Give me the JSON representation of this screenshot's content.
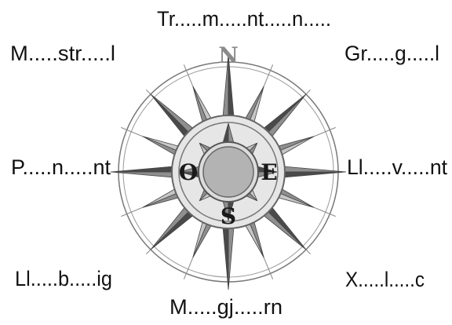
{
  "colors": {
    "dark_point": "#4a4a4a",
    "mid_point": "#8f8f8f",
    "light_point": "#c6c6c6",
    "center_fill": "#b3b3b3",
    "ring": "#777777",
    "text": "#111111"
  },
  "compass": {
    "north_letter": "N",
    "east_letter": "E",
    "south_letter": "S",
    "west_letter": "O",
    "winds": {
      "north": "Tr.....m.....nt.....n.....",
      "northeast": "Gr.....g.....l",
      "east": "Ll.....v.....nt",
      "southeast": "X.....l.....c",
      "south": "M.....gj.....rn",
      "southwest": "Ll.....b.....ig",
      "west": "P.....n.....nt",
      "northwest": "M.....str.....l"
    }
  }
}
